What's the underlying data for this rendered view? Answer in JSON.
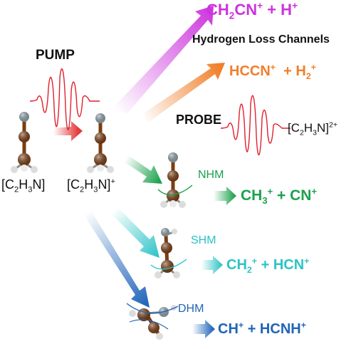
{
  "colors": {
    "magenta": "#cc33dd",
    "orange": "#f07f2a",
    "red_wave": "#e0202c",
    "green": "#1ba14c",
    "cyan": "#2cc3c6",
    "blue": "#1f64b9",
    "carbon": "#7a3d12",
    "nitrogen": "#8ea0a9",
    "hydrogen": "#dcdcdc"
  },
  "labels": {
    "pump": "PUMP",
    "probe": "PROBE",
    "hydrogen_loss": "Hydrogen Loss Channels",
    "neutral": "[C2H3N]",
    "cation": "[C2H3N]+",
    "dication": "[C2H3N]2+",
    "nhm": "NHM",
    "shm": "SHM",
    "dhm": "DHM"
  },
  "channels": {
    "ch2cn": "CH2CN+ + H+",
    "hccn": "HCCN+ + H2+",
    "ch3_cn": "CH3+ + CN+",
    "ch2_hcn": "CH2+ + HCN+",
    "ch_hcnh": "CH+ + HCNH+"
  }
}
